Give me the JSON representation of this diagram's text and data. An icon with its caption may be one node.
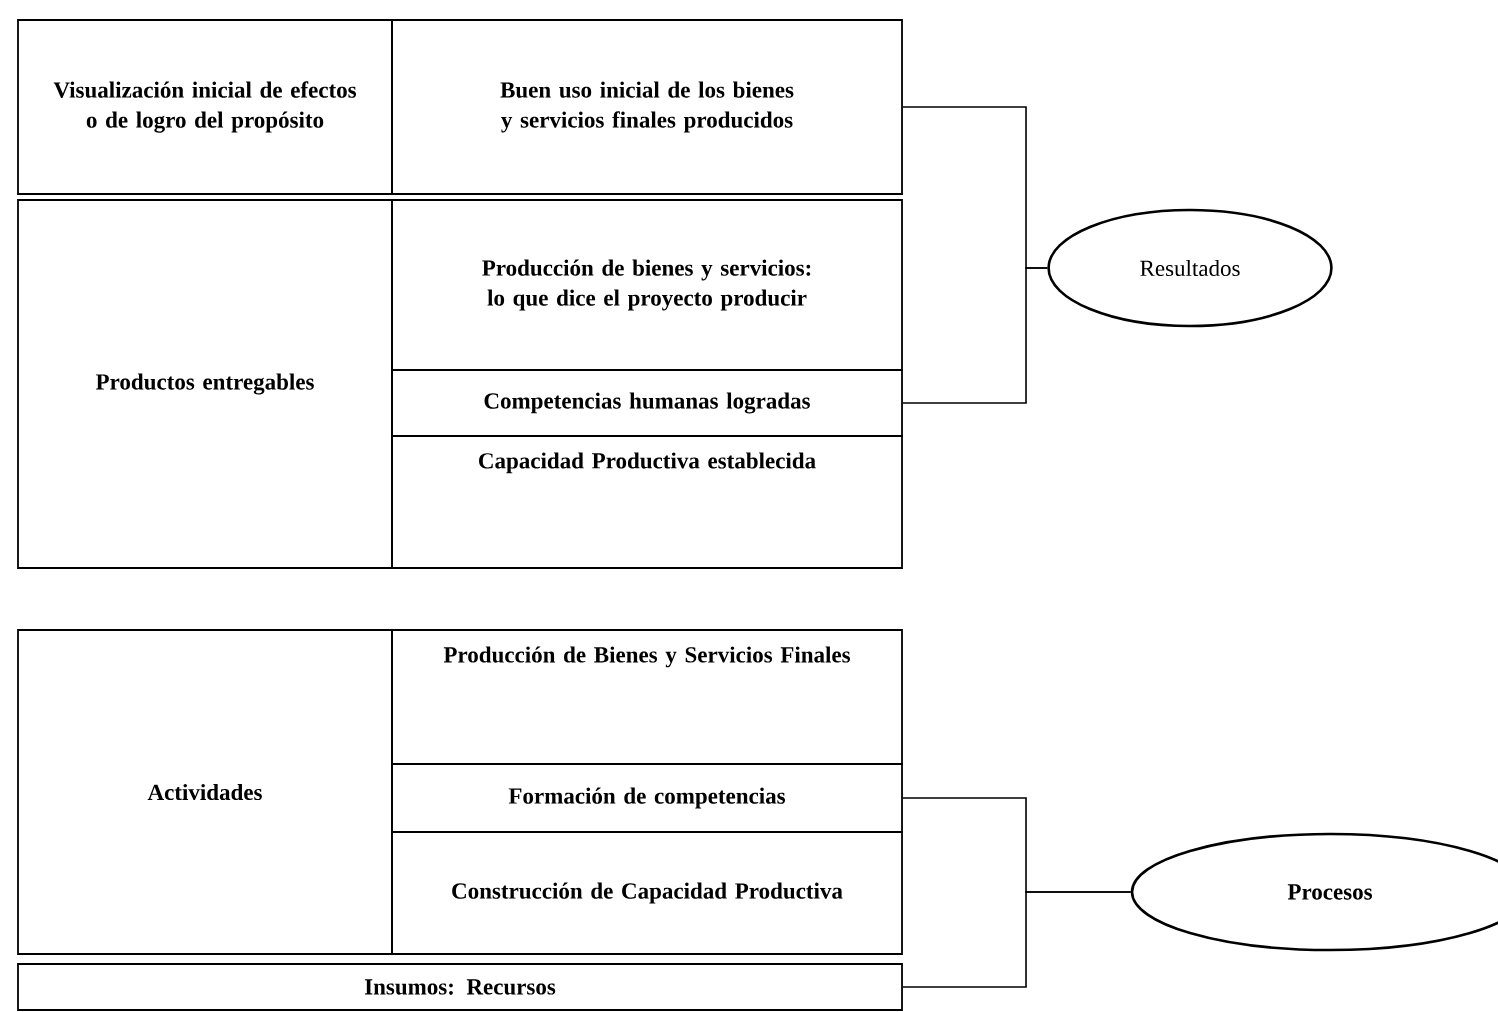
{
  "diagram": {
    "nodes": [
      {
        "text": [
          "Visualización inicial de efectos o de logro del propósito"
        ]
      },
      {
        "text": [
          "Buen uso inicial de los  bienes y servicios finales producidos"
        ]
      },
      {
        "text": [
          "Productos entregables"
        ]
      },
      {
        "text": [
          "Producción de bienes y servicios: lo que dice el proyecto producir"
        ]
      },
      {
        "text": [
          "Competencias humanas logradas"
        ]
      },
      {
        "text": [
          "Capacidad Productiva  establecida"
        ]
      },
      {
        "text": [
          "Resultados"
        ]
      },
      {
        "text": [
          "Actividades"
        ]
      },
      {
        "text": [
          "Producción de Bienes  y Servicios Finales"
        ]
      },
      {
        "text": [
          "Formación de competencias"
        ]
      },
      {
        "text": [
          "Construcción de Capacidad Productiva"
        ]
      },
      {
        "text": [
          "Insumos: Recursos"
        ]
      },
      {
        "text": [
          "Procesos"
        ]
      }
    ],
    "edges": [
      {
        "from": 1,
        "to": 6,
        "arrow": "none"
      },
      {
        "from": 4,
        "to": 6,
        "arrow": "none"
      },
      {
        "from": 9,
        "to": 12,
        "arrow": "none"
      },
      {
        "from": 11,
        "to": 12,
        "arrow": "none"
      }
    ]
  }
}
